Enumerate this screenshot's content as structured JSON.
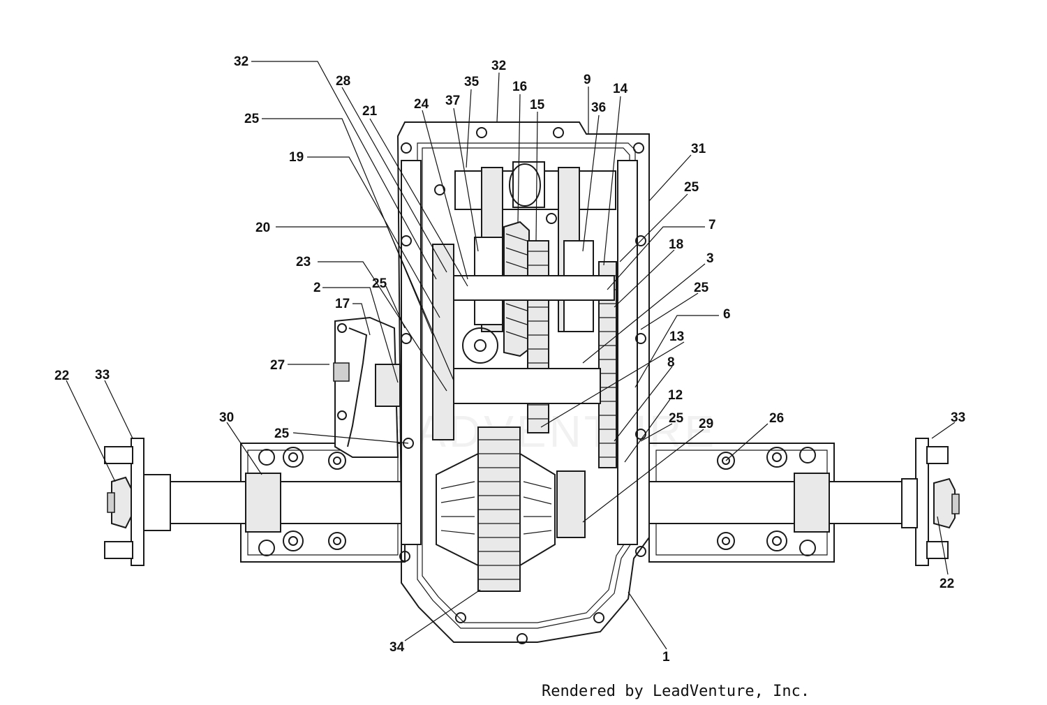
{
  "callouts": [
    {
      "id": "c1",
      "label": "32"
    },
    {
      "id": "c2",
      "label": "28"
    },
    {
      "id": "c3",
      "label": "25"
    },
    {
      "id": "c4",
      "label": "21"
    },
    {
      "id": "c5",
      "label": "19"
    },
    {
      "id": "c6",
      "label": "24"
    },
    {
      "id": "c7",
      "label": "37"
    },
    {
      "id": "c8",
      "label": "35"
    },
    {
      "id": "c9",
      "label": "32"
    },
    {
      "id": "c10",
      "label": "16"
    },
    {
      "id": "c11",
      "label": "15"
    },
    {
      "id": "c12",
      "label": "9"
    },
    {
      "id": "c13",
      "label": "36"
    },
    {
      "id": "c14",
      "label": "14"
    },
    {
      "id": "c15",
      "label": "31"
    },
    {
      "id": "c16",
      "label": "25"
    },
    {
      "id": "c17",
      "label": "7"
    },
    {
      "id": "c18",
      "label": "18"
    },
    {
      "id": "c19",
      "label": "3"
    },
    {
      "id": "c20",
      "label": "25"
    },
    {
      "id": "c21",
      "label": "6"
    },
    {
      "id": "c22",
      "label": "13"
    },
    {
      "id": "c23",
      "label": "8"
    },
    {
      "id": "c24",
      "label": "12"
    },
    {
      "id": "c25",
      "label": "25"
    },
    {
      "id": "c26",
      "label": "29"
    },
    {
      "id": "c27",
      "label": "26"
    },
    {
      "id": "c28",
      "label": "33"
    },
    {
      "id": "c29",
      "label": "22"
    },
    {
      "id": "c30",
      "label": "20"
    },
    {
      "id": "c31",
      "label": "23"
    },
    {
      "id": "c32",
      "label": "2"
    },
    {
      "id": "c33",
      "label": "25"
    },
    {
      "id": "c34",
      "label": "17"
    },
    {
      "id": "c35",
      "label": "27"
    },
    {
      "id": "c36",
      "label": "22"
    },
    {
      "id": "c37",
      "label": "33"
    },
    {
      "id": "c38",
      "label": "30"
    },
    {
      "id": "c39",
      "label": "25"
    },
    {
      "id": "c40",
      "label": "34"
    },
    {
      "id": "c41",
      "label": "1"
    }
  ],
  "credit": "Rendered by LeadVenture, Inc.",
  "watermark": "LEADVENTURE"
}
